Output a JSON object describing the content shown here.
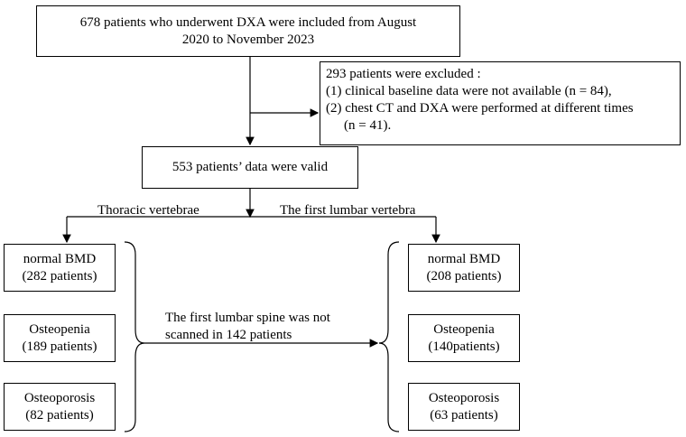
{
  "included": {
    "line1": "678 patients who underwent  DXA were included from August",
    "line2": "2020 to November 2023"
  },
  "excluded": {
    "title": "293 patients were excluded :",
    "reason1": "(1) clinical baseline data were not available (n = 84),",
    "reason2": "(2) chest CT and DXA were performed at different times",
    "reason2_cont": "(n = 41)."
  },
  "valid": {
    "text": "553 patients’ data were valid"
  },
  "branches": {
    "thoracic": "Thoracic vertebrae",
    "lumbar": "The first lumbar vertebra"
  },
  "thoracic": {
    "normal": {
      "label": "normal BMD",
      "count": "(282 patients)"
    },
    "osteopenia": {
      "label": "Osteopenia",
      "count": "(189 patients)"
    },
    "osteoporosis": {
      "label": "Osteoporosis",
      "count": "(82 patients)"
    }
  },
  "note": {
    "line1": "The first lumbar spine was not",
    "line2": "scanned in 142 patients"
  },
  "lumbar": {
    "normal": {
      "label": "normal BMD",
      "count": "(208 patients)"
    },
    "osteopenia": {
      "label": "Osteopenia",
      "count": "(140patients)"
    },
    "osteoporosis": {
      "label": "Osteoporosis",
      "count": "(63 patients)"
    }
  }
}
